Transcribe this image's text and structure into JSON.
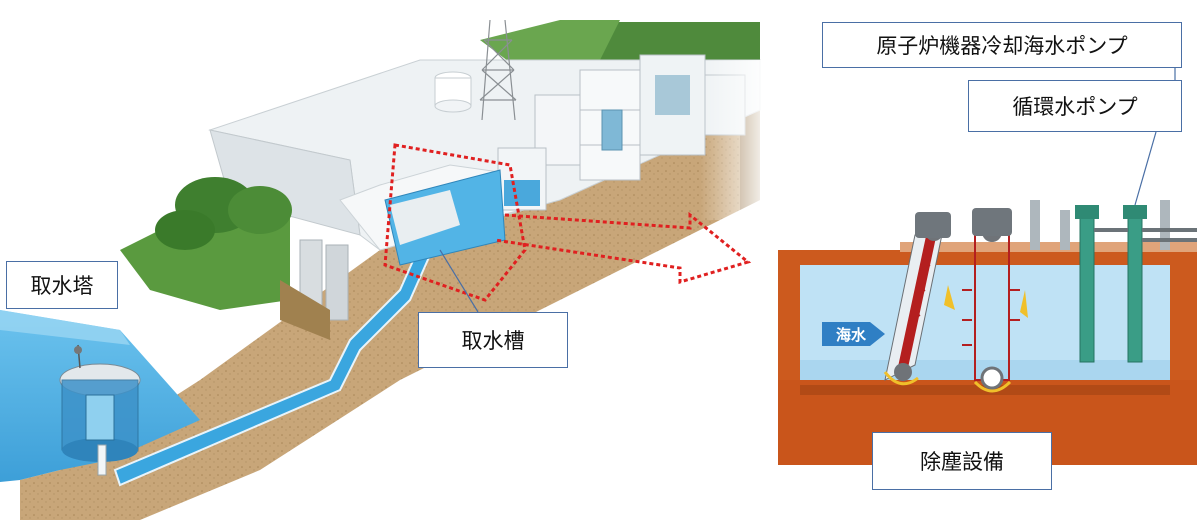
{
  "labels": {
    "intake_tower": "取水塔",
    "intake_tank": "取水槽",
    "rcw_seawater_pump": "原子炉機器冷却海水ポンプ",
    "circulating_water_pump": "循環水ポンプ",
    "screening_equipment": "除塵設備",
    "seawater": "海水"
  },
  "colors": {
    "sea": "#5bb4e3",
    "water_channel": "#2b9ad6",
    "ground": "#c9a77a",
    "orange_wall": "#cc5a1e",
    "pump_green": "#3a9d86",
    "highlight_dotted": "#e02020",
    "label_border": "#4a6fa5",
    "screen_bar": "#b41f1f"
  },
  "icons": [
    "intake-tower-icon",
    "building-icon",
    "tower-icon",
    "pump-icon",
    "screen-chain-icon",
    "arrow-icon"
  ]
}
